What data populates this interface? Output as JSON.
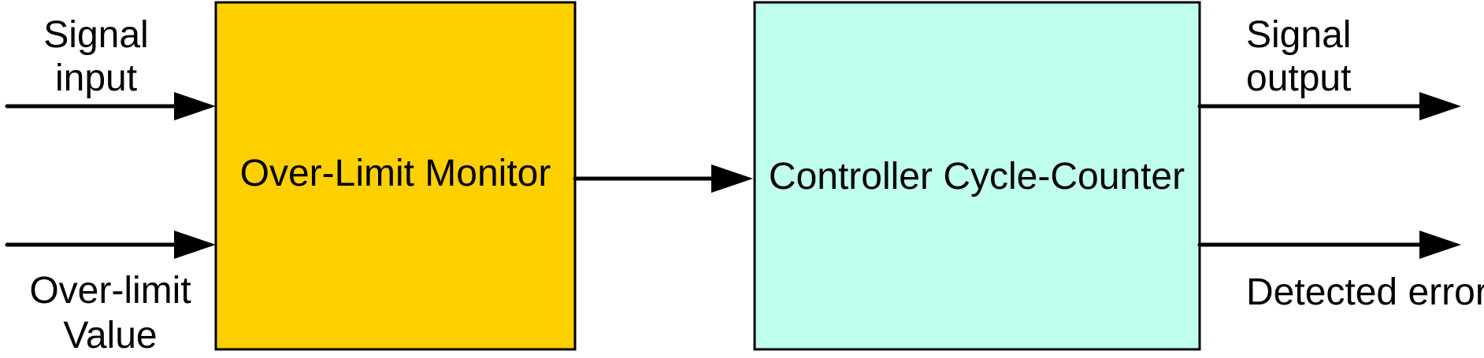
{
  "blocks": {
    "monitor": {
      "label": "Over-Limit Monitor",
      "fill": "#FFD000"
    },
    "counter": {
      "label": "Controller Cycle-Counter",
      "fill": "#C0FFF0"
    }
  },
  "inputs": {
    "signal_input": {
      "line1": "Signal",
      "line2": "input"
    },
    "over_limit_value": {
      "line1": "Over-limit",
      "line2": "Value"
    }
  },
  "outputs": {
    "signal_output": {
      "line1": "Signal",
      "line2": "output"
    },
    "detected_error": {
      "line1": "Detected error"
    }
  },
  "colors": {
    "stroke": "#000000",
    "background": "#FFFFFF"
  }
}
